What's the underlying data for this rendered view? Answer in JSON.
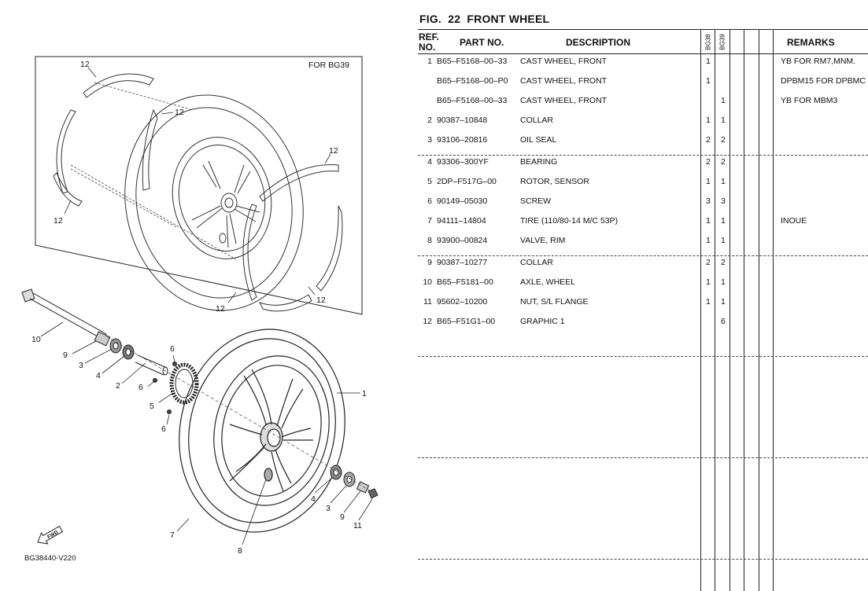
{
  "figure": {
    "fig_label": "FIG.",
    "fig_number": "22",
    "title": "FRONT WHEEL",
    "inset_label": "FOR BG39",
    "diagram_code": "BG38440-V220",
    "fwd_label": "FWD",
    "callouts": {
      "c1": "1",
      "c2": "2",
      "c3a": "3",
      "c3b": "3",
      "c4a": "4",
      "c4b": "4",
      "c5": "5",
      "c6a": "6",
      "c6b": "6",
      "c6c": "6",
      "c7": "7",
      "c8": "8",
      "c9a": "9",
      "c9b": "9",
      "c10": "10",
      "c11": "11",
      "c12a": "12",
      "c12b": "12",
      "c12c": "12",
      "c12d": "12",
      "c12e": "12",
      "c12f": "12"
    }
  },
  "table": {
    "headers": {
      "ref_no_line1": "REF.",
      "ref_no_line2": "NO.",
      "part_no": "PART NO.",
      "description": "DESCRIPTION",
      "model1": "BG38",
      "model2": "BG39",
      "remarks": "REMARKS"
    },
    "rows": [
      {
        "ref": "1",
        "part": "B65–F5168–00–33",
        "desc": "CAST WHEEL, FRONT",
        "q1": "1",
        "q2": "",
        "remarks": "YB FOR RM7,MNM."
      },
      {
        "ref": "",
        "part": "B65–F5168–00–P0",
        "desc": "CAST WHEEL, FRONT",
        "q1": "1",
        "q2": "",
        "remarks": "DPBM15 FOR DPBMC"
      },
      {
        "ref": "",
        "part": "B65–F5168–00–33",
        "desc": "CAST WHEEL, FRONT",
        "q1": "",
        "q2": "1",
        "remarks": "YB FOR MBM3"
      },
      {
        "ref": "2",
        "part": "90387–10848",
        "desc": "COLLAR",
        "q1": "1",
        "q2": "1",
        "remarks": ""
      },
      {
        "ref": "3",
        "part": "93106–20816",
        "desc": "OIL SEAL",
        "q1": "2",
        "q2": "2",
        "remarks": ""
      },
      {
        "ref": "4",
        "part": "93306–300YF",
        "desc": "BEARING",
        "q1": "2",
        "q2": "2",
        "remarks": ""
      },
      {
        "ref": "5",
        "part": "2DP–F517G–00",
        "desc": "ROTOR, SENSOR",
        "q1": "1",
        "q2": "1",
        "remarks": ""
      },
      {
        "ref": "6",
        "part": "90149–05030",
        "desc": "SCREW",
        "q1": "3",
        "q2": "3",
        "remarks": ""
      },
      {
        "ref": "7",
        "part": "94111–14804",
        "desc": "TIRE (110/80-14 M/C 53P)",
        "q1": "1",
        "q2": "1",
        "remarks": "INOUE"
      },
      {
        "ref": "8",
        "part": "93900–00824",
        "desc": "VALVE, RIM",
        "q1": "1",
        "q2": "1",
        "remarks": ""
      },
      {
        "ref": "9",
        "part": "90387–10277",
        "desc": "COLLAR",
        "q1": "2",
        "q2": "2",
        "remarks": ""
      },
      {
        "ref": "10",
        "part": "B65–F5181–00",
        "desc": "AXLE, WHEEL",
        "q1": "1",
        "q2": "1",
        "remarks": ""
      },
      {
        "ref": "11",
        "part": "95602–10200",
        "desc": "NUT, S/L FLANGE",
        "q1": "1",
        "q2": "1",
        "remarks": ""
      },
      {
        "ref": "12",
        "part": "B65–F51G1–00",
        "desc": "GRAPHIC 1",
        "q1": "",
        "q2": "6",
        "remarks": ""
      }
    ]
  }
}
